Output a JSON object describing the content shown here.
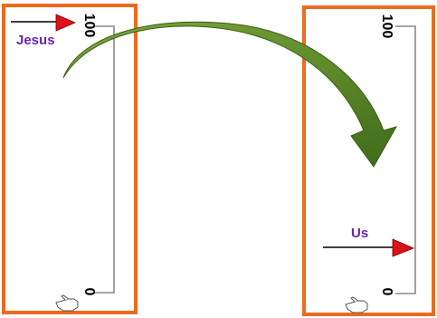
{
  "left_panel": {
    "top_label": "100",
    "bottom_label": "0",
    "marker_label": "Jesus",
    "pointer_level": 100
  },
  "right_panel": {
    "top_label": "100",
    "bottom_label": "0",
    "marker_label": "Us",
    "pointer_level": 15
  },
  "colors": {
    "panel_border": "#ec6a1f",
    "transfer_arrow": "#5f8a2a",
    "pointer": "#e0101a",
    "marker_text": "#6a23b0"
  },
  "icons": [
    "curved-arrow-icon",
    "hand-pointer-icon"
  ]
}
